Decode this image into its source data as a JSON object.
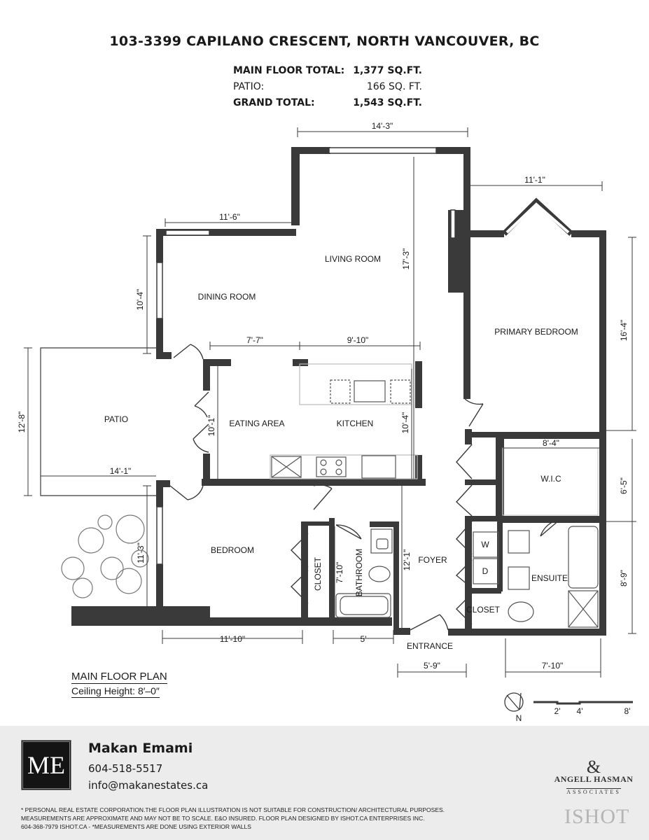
{
  "address": "103-3399 CAPILANO CRESCENT, NORTH VANCOUVER, BC",
  "totals": [
    {
      "label": "MAIN FLOOR TOTAL:",
      "value": "1,377 SQ.FT.",
      "bold": true
    },
    {
      "label": "PATIO:",
      "value": "166 SQ. FT.",
      "bold": false
    },
    {
      "label": "GRAND TOTAL:",
      "value": "1,543 SQ.FT.",
      "bold": true
    }
  ],
  "rooms": {
    "living_room": "LIVING ROOM",
    "dining_room": "DINING ROOM",
    "primary_bedroom": "PRIMARY BEDROOM",
    "patio": "PATIO",
    "eating_area": "EATING AREA",
    "kitchen": "KITCHEN",
    "wic": "W.I.C",
    "bedroom": "BEDROOM",
    "closet_bedroom": "CLOSET",
    "bathroom": "BATHROOM",
    "foyer": "FOYER",
    "ensuite": "ENSUITE",
    "closet_foyer": "CLOSET",
    "entrance": "ENTRANCE",
    "washer": "W",
    "dryer": "D"
  },
  "dimensions": {
    "living_width": "14'-3\"",
    "primary_width": "11'-1\"",
    "dining_width": "11'-6\"",
    "living_depth": "17'-3\"",
    "dining_depth": "10'-4\"",
    "primary_depth": "16'-4\"",
    "eating_width": "7'-7\"",
    "kitchen_width": "9'-10\"",
    "patio_depth": "12'-8\"",
    "eating_depth": "10'-1\"",
    "kitchen_depth": "10'-4\"",
    "wic_width": "8'-4\"",
    "wic_depth": "6'-5\"",
    "patio_width": "14'-1\"",
    "bedroom_depth": "11'-3\"",
    "bathroom_depth": "7'-10\"",
    "foyer_depth": "12'-1\"",
    "ensuite_depth": "8'-9\"",
    "bedroom_width": "11'-10\"",
    "bathroom_width": "5'",
    "entrance_width": "5'-9\"",
    "ensuite_width": "7'-10\""
  },
  "plan_label": "MAIN FLOOR PLAN",
  "ceiling": "Ceiling Height: 8′–0″",
  "north": "N",
  "scale": [
    "2'",
    "4'",
    "8'"
  ],
  "agent": {
    "logo": "ME",
    "name": "Makan Emami",
    "phone": "604-518-5517",
    "email": "info@makanestates.ca"
  },
  "disclaimer": [
    "* PERSONAL REAL ESTATE CORPORATION.THE FLOOR PLAN ILLUSTRATION IS NOT SUITABLE FOR CONSTRUCTION/ ARCHITECTURAL PURPOSES.",
    "MEASUREMENTS ARE APPROXIMATE AND MAY NOT BE TO SCALE. E&O INSURED. FLOOR PLAN DESIGNED BY ISHOT.CA ENTERPRISES INC.",
    "604-368-7979  ISHOT.CA  -  *MEASUREMENTS ARE DONE USING EXTERIOR WALLS"
  ],
  "brand": {
    "amp": "&",
    "name": "ANGELL HASMAN",
    "sub": "ASSOCIATES"
  },
  "ishot": "ISHOT"
}
